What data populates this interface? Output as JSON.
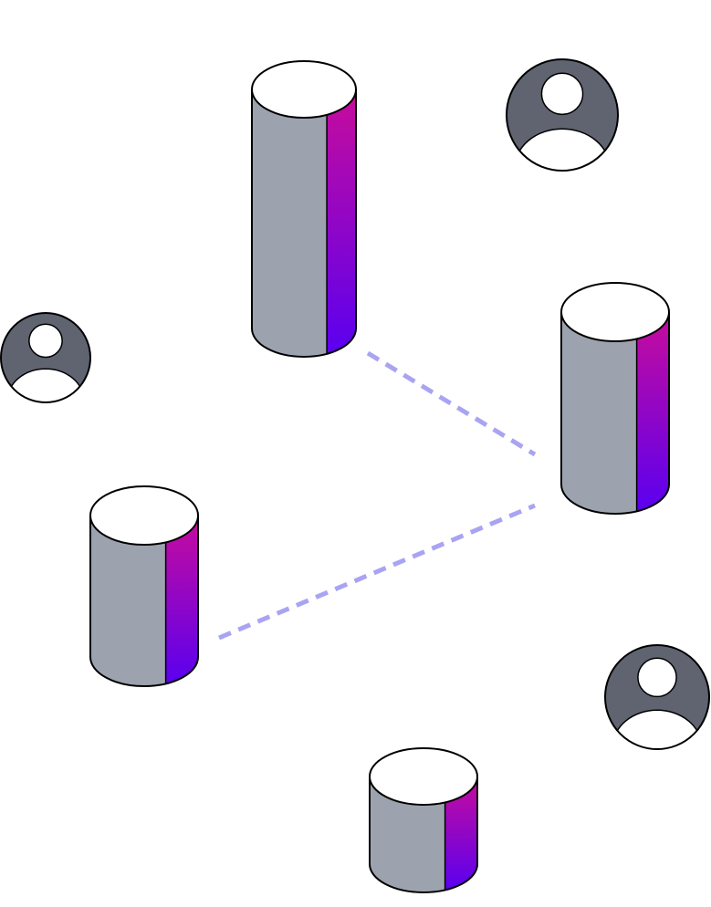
{
  "colors": {
    "background": "#ffffff",
    "cylinder_body": "#9ca3ae",
    "cylinder_top": "#ffffff",
    "stripe_top": "#c80c9b",
    "stripe_bottom": "#5a00f0",
    "outline": "#000000",
    "connector": "#a9a4f2",
    "avatar_bg": "#5f6470",
    "avatar_figure": "#ffffff"
  },
  "nodes": [
    {
      "id": "database-1",
      "type": "cylinder",
      "icon": "database-icon"
    },
    {
      "id": "database-2",
      "type": "cylinder",
      "icon": "database-icon"
    },
    {
      "id": "database-3",
      "type": "cylinder",
      "icon": "database-icon"
    },
    {
      "id": "database-4",
      "type": "cylinder",
      "icon": "database-icon"
    },
    {
      "id": "user-1",
      "type": "avatar",
      "icon": "user-avatar-icon"
    },
    {
      "id": "user-2",
      "type": "avatar",
      "icon": "user-avatar-icon"
    },
    {
      "id": "user-3",
      "type": "avatar",
      "icon": "user-avatar-icon"
    }
  ],
  "connections": [
    {
      "from": "database-1",
      "to": "database-2",
      "style": "dashed"
    },
    {
      "from": "database-3",
      "to": "database-2",
      "style": "dashed"
    }
  ]
}
